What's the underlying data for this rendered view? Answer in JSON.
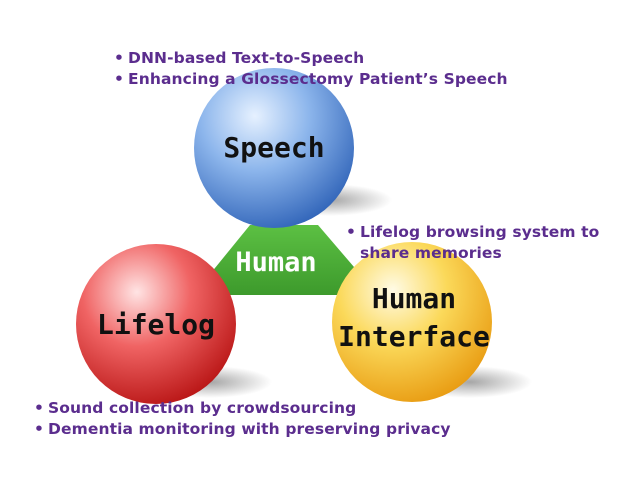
{
  "hub": {
    "label": "Human"
  },
  "circles": {
    "speech": {
      "label": "Speech",
      "color": "#5b8fd6"
    },
    "lifelog": {
      "label": "Lifelog",
      "color": "#e23a3a"
    },
    "interface": {
      "label_line1": "Human",
      "label_line2": "Interface",
      "color": "#f6cc2e"
    }
  },
  "hub_color": "#4caf38",
  "text_color": "#5b2d8e",
  "bullets": {
    "speech": [
      "DNN-based Text-to-Speech",
      "Enhancing a Glossectomy Patient’s Speech"
    ],
    "interface": [
      "Lifelog browsing system to share memories"
    ],
    "lifelog": [
      "Sound collection by crowdsourcing",
      "Dementia monitoring with preserving privacy"
    ]
  }
}
